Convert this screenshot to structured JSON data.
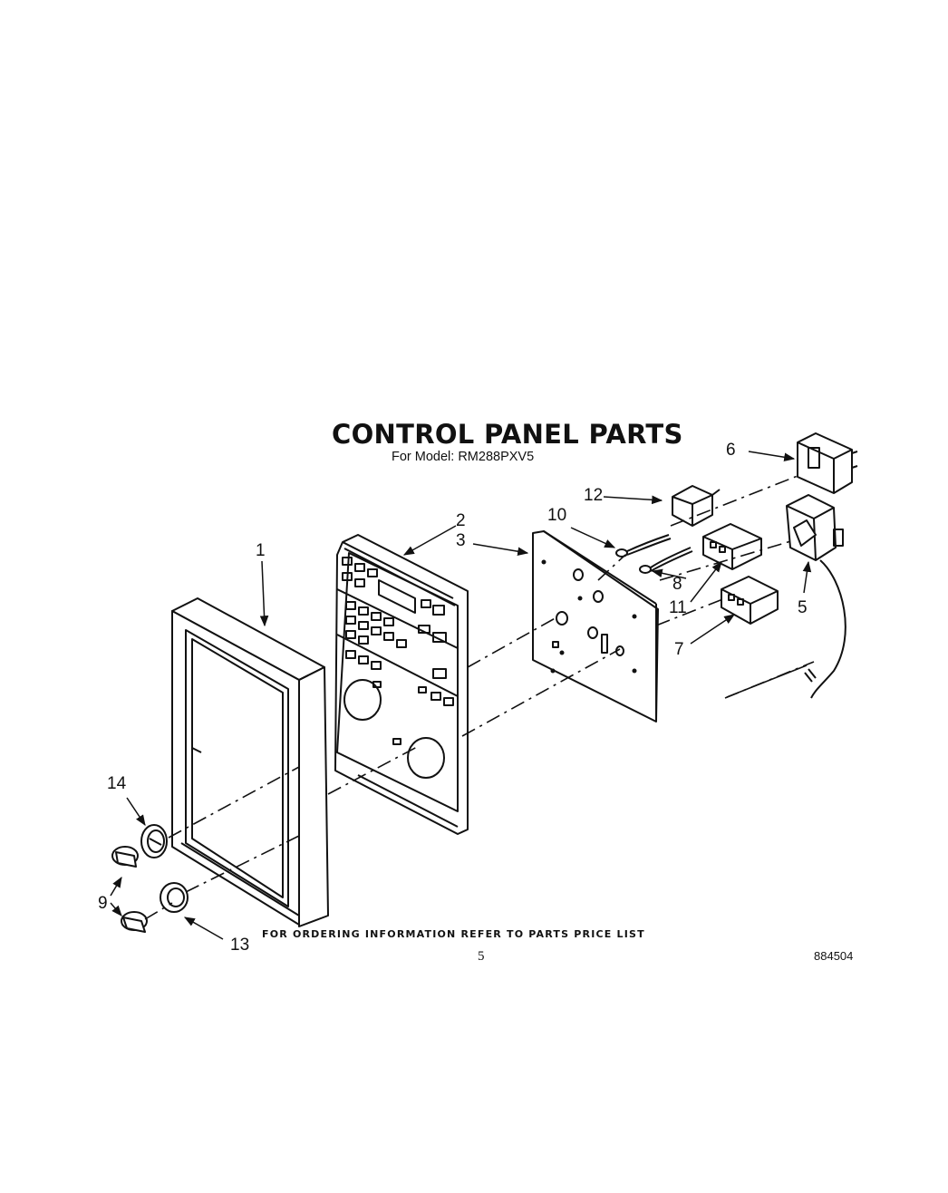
{
  "title": "CONTROL PANEL PARTS",
  "subtitle": "For Model: RM288PXV5",
  "footer_text": "FOR ORDERING INFORMATION REFER TO PARTS PRICE LIST",
  "page_number": "5",
  "document_number": "884504",
  "callouts": {
    "c1": "1",
    "c2": "2",
    "c3": "3",
    "c5": "5",
    "c6": "6",
    "c7": "7",
    "c8": "8",
    "c9": "9",
    "c10": "10",
    "c11": "11",
    "c12": "12",
    "c13": "13",
    "c14": "14"
  }
}
